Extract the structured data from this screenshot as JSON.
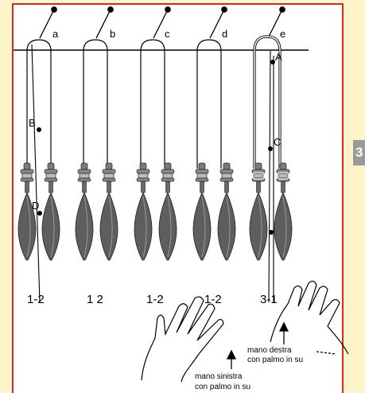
{
  "pairs": [
    {
      "letter": "a",
      "number_label": "1-2"
    },
    {
      "letter": "b",
      "number_label": "1 2"
    },
    {
      "letter": "c",
      "number_label": "1-2"
    },
    {
      "letter": "d",
      "number_label": "1-2"
    },
    {
      "letter": "e",
      "number_label": "3-1"
    }
  ],
  "points": {
    "A": "A",
    "B": "B",
    "C": "C",
    "D": "D"
  },
  "side_tab": "3",
  "hands": {
    "right": {
      "line1": "mano destra",
      "line2": "con palmo in su"
    },
    "left": {
      "line1": "mano sinistra",
      "line2": "con palmo in su"
    }
  },
  "colors": {
    "background": "#fdf4c9",
    "frame": "#d9281f",
    "bobbin": "#5e5e5e",
    "thread": "#000000"
  }
}
